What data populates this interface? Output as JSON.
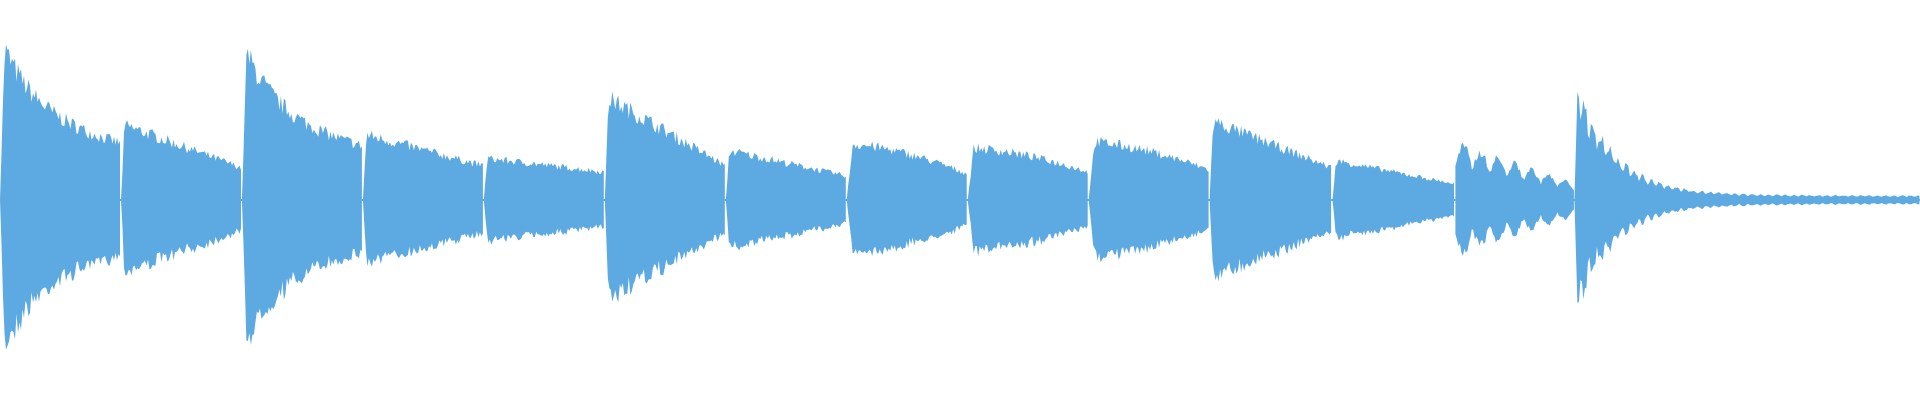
{
  "waveform": {
    "color": "#5DA9E1",
    "background": "#FFFFFF",
    "segments": [
      {
        "start": 0.0,
        "end": 0.063,
        "peak": 0.81,
        "sustain": 0.42,
        "decay": "exp"
      },
      {
        "start": 0.063,
        "end": 0.126,
        "peak": 0.38,
        "sustain": 0.16,
        "decay": "lin"
      },
      {
        "start": 0.126,
        "end": 0.189,
        "peak": 0.79,
        "sustain": 0.4,
        "decay": "exp"
      },
      {
        "start": 0.189,
        "end": 0.252,
        "peak": 0.33,
        "sustain": 0.17,
        "decay": "lin"
      },
      {
        "start": 0.252,
        "end": 0.315,
        "peak": 0.21,
        "sustain": 0.14,
        "decay": "lin"
      },
      {
        "start": 0.315,
        "end": 0.378,
        "peak": 0.52,
        "sustain": 0.17,
        "decay": "lin"
      },
      {
        "start": 0.378,
        "end": 0.441,
        "peak": 0.25,
        "sustain": 0.12,
        "decay": "lin"
      },
      {
        "start": 0.441,
        "end": 0.504,
        "peak": 0.28,
        "sustain": 0.13,
        "decay": "round"
      },
      {
        "start": 0.504,
        "end": 0.567,
        "peak": 0.26,
        "sustain": 0.14,
        "decay": "round"
      },
      {
        "start": 0.567,
        "end": 0.63,
        "peak": 0.29,
        "sustain": 0.15,
        "decay": "round"
      },
      {
        "start": 0.63,
        "end": 0.694,
        "peak": 0.4,
        "sustain": 0.16,
        "decay": "lin"
      },
      {
        "start": 0.694,
        "end": 0.758,
        "peak": 0.2,
        "sustain": 0.08,
        "decay": "lin"
      },
      {
        "start": 0.758,
        "end": 0.82,
        "peak": 0.28,
        "sustain": 0.08,
        "decay": "pulse"
      },
      {
        "start": 0.82,
        "end": 1.0,
        "peak": 0.55,
        "sustain": 0.02,
        "decay": "tail"
      }
    ]
  }
}
